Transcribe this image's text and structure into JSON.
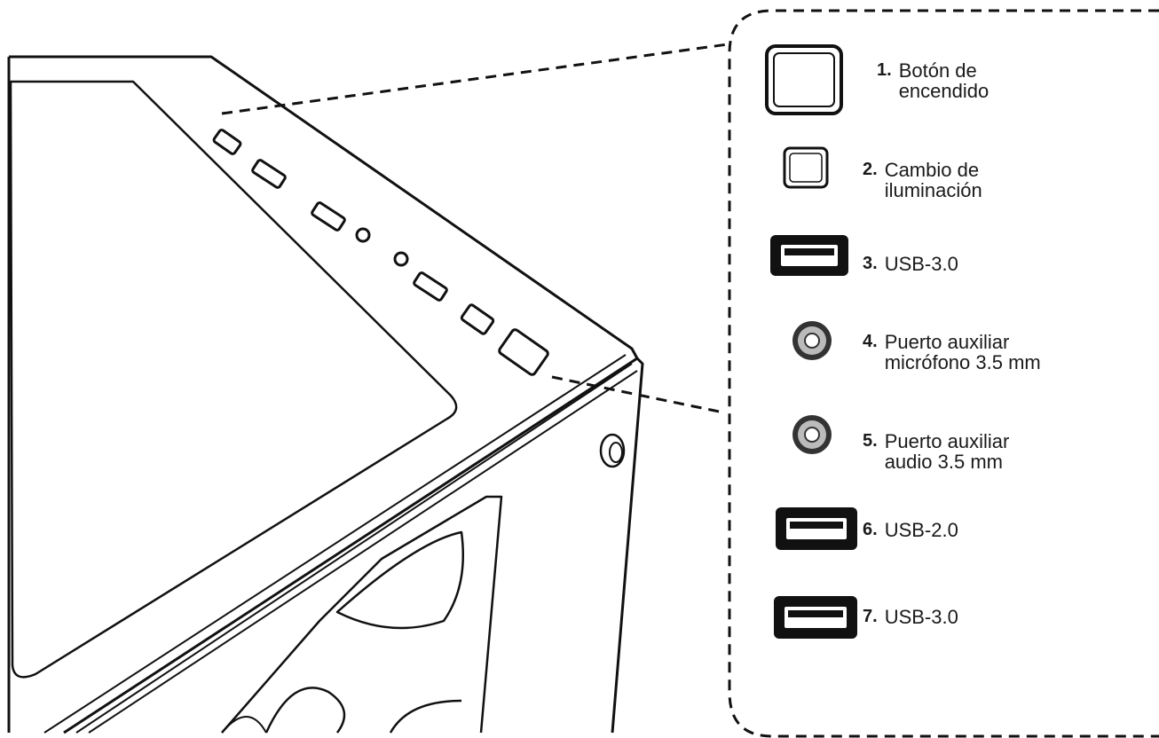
{
  "legend": [
    {
      "num": "1.",
      "lines": [
        "Botón de",
        "encendido"
      ],
      "icon": "power-button-icon"
    },
    {
      "num": "2.",
      "lines": [
        "Cambio de",
        "iluminación"
      ],
      "icon": "lighting-button-icon"
    },
    {
      "num": "3.",
      "lines": [
        "USB-3.0"
      ],
      "icon": "usb-port-icon"
    },
    {
      "num": "4.",
      "lines": [
        "Puerto auxiliar",
        "micrófono 3.5 mm"
      ],
      "icon": "audio-jack-icon"
    },
    {
      "num": "5.",
      "lines": [
        "Puerto auxiliar",
        "audio 3.5 mm"
      ],
      "icon": "audio-jack-icon"
    },
    {
      "num": "6.",
      "lines": [
        "USB-2.0"
      ],
      "icon": "usb-port-icon"
    },
    {
      "num": "7.",
      "lines": [
        "USB-3.0"
      ],
      "icon": "usb-port-icon"
    }
  ]
}
